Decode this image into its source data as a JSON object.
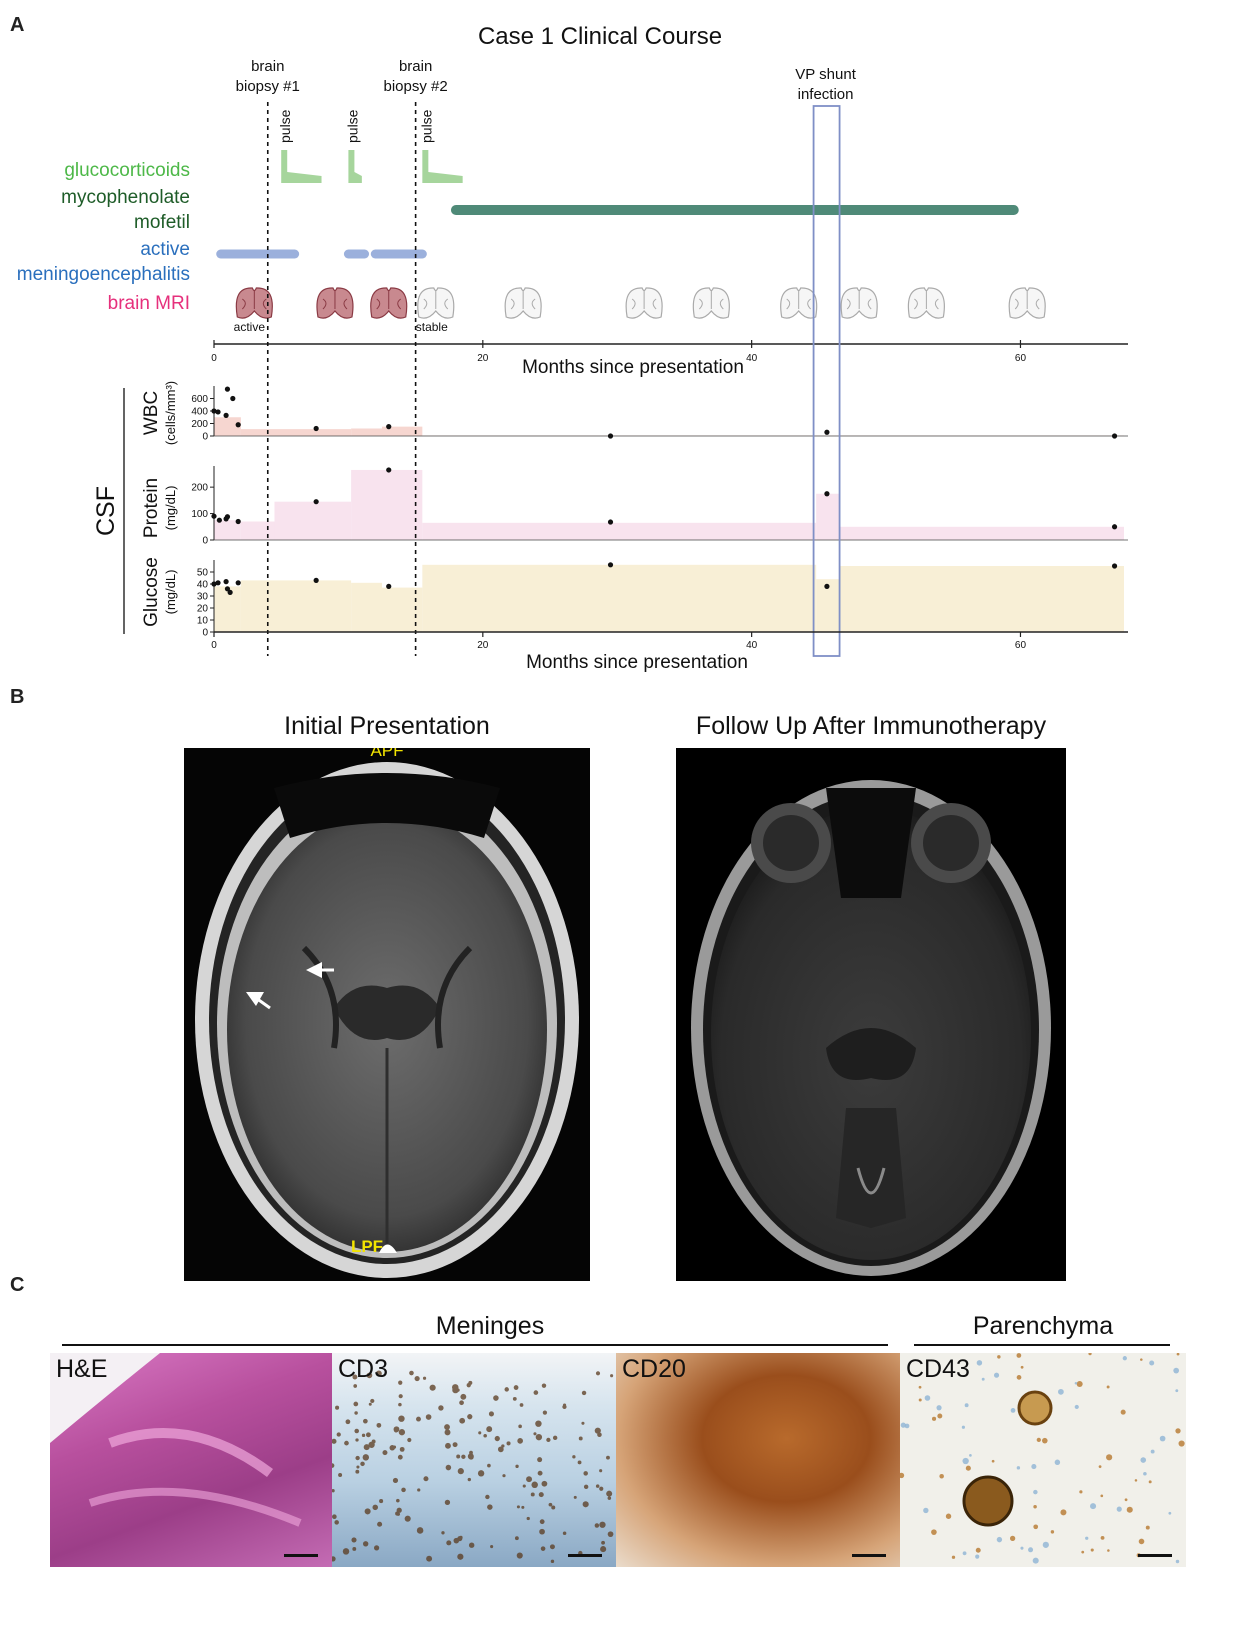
{
  "panels": {
    "a": "A",
    "b": "B",
    "c": "C"
  },
  "panel_a": {
    "title": "Case 1 Clinical Course",
    "events": [
      {
        "label_line1": "brain",
        "label_line2": "biopsy #1",
        "month": 4
      },
      {
        "label_line1": "brain",
        "label_line2": "biopsy #2",
        "month": 15
      },
      {
        "label_line1": "VP shunt",
        "label_line2": "infection",
        "month": 45.5
      }
    ],
    "pulse_label": "pulse",
    "rows": {
      "glucocorticoids": {
        "label": "glucocorticoids",
        "color": "#4db848",
        "pulses": [
          {
            "start": 5,
            "end": 8
          },
          {
            "start": 10,
            "end": 11
          },
          {
            "start": 15.5,
            "end": 18.5
          }
        ]
      },
      "mmf": {
        "label_line1": "mycophenolate",
        "label_line2": "mofetil",
        "color": "#1e5c28",
        "bar_color": "#4f8a78",
        "bars": [
          {
            "start": 18,
            "end": 59.5
          }
        ]
      },
      "active": {
        "label_line1": "active",
        "label_line2": "meningoencephalitis",
        "color": "#2a6fbd",
        "bar_color": "#9bb0dc",
        "bars": [
          {
            "start": 0.5,
            "end": 6
          },
          {
            "start": 10,
            "end": 11.2
          },
          {
            "start": 12,
            "end": 15.5
          }
        ]
      },
      "mri": {
        "label": "brain MRI",
        "color": "#e6307c",
        "scans": [
          {
            "month": 3,
            "active": true
          },
          {
            "month": 9,
            "active": true
          },
          {
            "month": 13,
            "active": true
          },
          {
            "month": 16.5,
            "active": false
          },
          {
            "month": 23,
            "active": false
          },
          {
            "month": 32,
            "active": false
          },
          {
            "month": 37,
            "active": false
          },
          {
            "month": 43.5,
            "active": false
          },
          {
            "month": 48,
            "active": false
          },
          {
            "month": 53,
            "active": false
          },
          {
            "month": 60.5,
            "active": false
          }
        ],
        "active_label": "active",
        "stable_label": "stable",
        "active_color": "#b5616a",
        "stable_color": "#aaaaaa"
      }
    },
    "axis_ticks": [
      "0",
      "20",
      "40",
      "60"
    ],
    "xlabel": "Months since presentation"
  },
  "csf": {
    "group_label": "CSF",
    "wbc": {
      "label": "WBC",
      "unit": "(cells/mm³)",
      "ticks": [
        "0",
        "200",
        "400",
        "600"
      ]
    },
    "protein": {
      "label": "Protein",
      "unit": "(mg/dL)",
      "ticks": [
        "0",
        "100",
        "200"
      ]
    },
    "glucose": {
      "label": "Glucose",
      "unit": "(mg/dL)",
      "ticks": [
        "0",
        "10",
        "20",
        "30",
        "40",
        "50"
      ]
    },
    "xlabel": "Months since presentation",
    "axis_ticks": [
      "0",
      "20",
      "40",
      "60"
    ]
  },
  "chart_data": [
    {
      "type": "scatter",
      "title": "",
      "xlabel": "Months since presentation",
      "ylabel": "WBC (cells/mm³)",
      "xlim": [
        0,
        68
      ],
      "ylim": [
        0,
        800
      ],
      "x": [
        0,
        0.3,
        0.9,
        1.0,
        1.4,
        1.8,
        7.6,
        13.0,
        45.6,
        29.5,
        67.0
      ],
      "values": [
        400,
        385,
        330,
        750,
        600,
        180,
        120,
        150,
        60,
        0,
        0
      ],
      "fill_steps": [
        {
          "start": 0,
          "end": 2,
          "value": 300
        },
        {
          "start": 2,
          "end": 10.2,
          "value": 110
        },
        {
          "start": 10.2,
          "end": 12.5,
          "value": 120
        },
        {
          "start": 12.5,
          "end": 15.5,
          "value": 150
        },
        {
          "start": 15.5,
          "end": 68,
          "value": 8
        }
      ],
      "fill_color": "#f6d6d0"
    },
    {
      "type": "scatter",
      "title": "",
      "xlabel": "Months since presentation",
      "ylabel": "Protein (mg/dL)",
      "xlim": [
        0,
        68
      ],
      "ylim": [
        0,
        280
      ],
      "x": [
        0,
        0.4,
        0.9,
        1.0,
        1.8,
        7.6,
        13.0,
        29.5,
        45.6,
        67.0
      ],
      "values": [
        90,
        75,
        80,
        88,
        70,
        145,
        265,
        68,
        175,
        50
      ],
      "fill_steps": [
        {
          "start": 0,
          "end": 2,
          "value": 75
        },
        {
          "start": 2,
          "end": 4.5,
          "value": 70
        },
        {
          "start": 4.5,
          "end": 10.2,
          "value": 145
        },
        {
          "start": 10.2,
          "end": 15.5,
          "value": 265
        },
        {
          "start": 15.5,
          "end": 44.8,
          "value": 65
        },
        {
          "start": 44.8,
          "end": 46.5,
          "value": 175
        },
        {
          "start": 46.5,
          "end": 68,
          "value": 50
        }
      ],
      "fill_color": "#f8e3ee"
    },
    {
      "type": "scatter",
      "title": "",
      "xlabel": "Months since presentation",
      "ylabel": "Glucose (mg/dL)",
      "xlim": [
        0,
        68
      ],
      "ylim": [
        0,
        60
      ],
      "x": [
        0,
        0.3,
        0.9,
        1.0,
        1.2,
        1.8,
        7.6,
        13.0,
        29.5,
        45.6,
        67.0
      ],
      "values": [
        40,
        41,
        42,
        36,
        33,
        41,
        43,
        38,
        56,
        38,
        55
      ],
      "fill_steps": [
        {
          "start": 0,
          "end": 2,
          "value": 38
        },
        {
          "start": 2,
          "end": 10.2,
          "value": 43
        },
        {
          "start": 10.2,
          "end": 12.5,
          "value": 41
        },
        {
          "start": 12.5,
          "end": 15.5,
          "value": 37
        },
        {
          "start": 15.5,
          "end": 44.8,
          "value": 56
        },
        {
          "start": 44.8,
          "end": 46.5,
          "value": 44
        },
        {
          "start": 46.5,
          "end": 68,
          "value": 55
        }
      ],
      "fill_color": "#f8efd6"
    }
  ],
  "panel_b": {
    "left_title": "Initial Presentation",
    "right_title": "Follow Up After Immunotherapy",
    "left_marker_top": "APF",
    "left_marker_bottom": "LPF"
  },
  "panel_c": {
    "meninges_label": "Meninges",
    "parenchyma_label": "Parenchyma",
    "images": [
      {
        "label": "H&E",
        "kind": "he"
      },
      {
        "label": "CD3",
        "kind": "cd3"
      },
      {
        "label": "CD20",
        "kind": "cd20"
      },
      {
        "label": "CD43",
        "kind": "cd43"
      }
    ]
  }
}
